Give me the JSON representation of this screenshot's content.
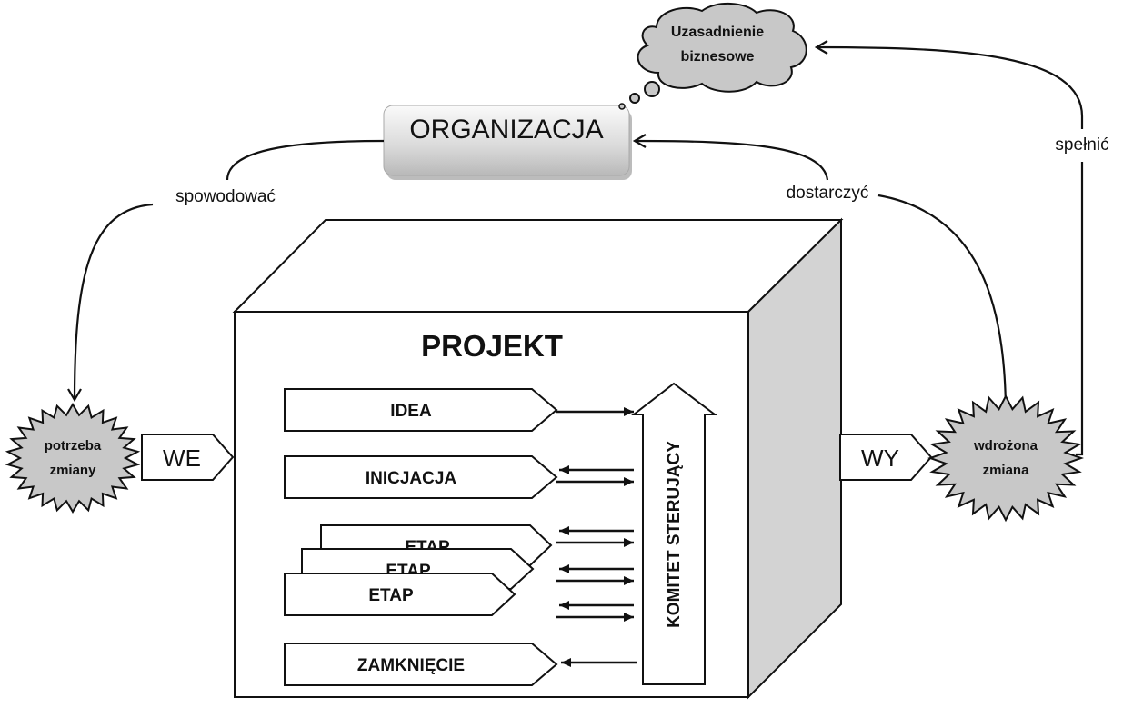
{
  "organization": {
    "label": "ORGANIZACJA"
  },
  "business_case": {
    "line1": "Uzasadnienie",
    "line2": "biznesowe"
  },
  "edges": {
    "cause": "spowodować",
    "deliver": "dostarczyć",
    "fulfill": "spełnić"
  },
  "input": {
    "need_line1": "potrzeba",
    "need_line2": "zmiany",
    "label": "WE"
  },
  "output": {
    "result_line1": "wdrożona",
    "result_line2": "zmiana",
    "label": "WY"
  },
  "project": {
    "title": "PROJEKT",
    "steering": "KOMITET STERUJĄCY",
    "phases": {
      "idea": "IDEA",
      "initiation": "INICJACJA",
      "stage_back": "ETAP",
      "stage_mid": "ETAP",
      "stage_front": "ETAP",
      "closure": "ZAMKNIĘCIE"
    }
  },
  "colors": {
    "grey_fill": "#c8c8c8",
    "side_face": "#d3d3d3",
    "line": "#111111"
  }
}
